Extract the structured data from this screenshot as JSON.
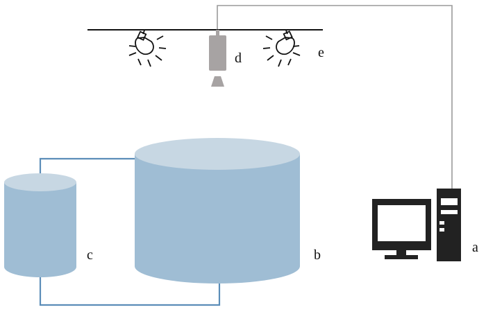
{
  "labels": {
    "a": "a",
    "b": "b",
    "c": "c",
    "d": "d",
    "e": "e"
  },
  "components": [
    {
      "id": "a",
      "icon": "computer-icon"
    },
    {
      "id": "b",
      "icon": "large-tank-icon"
    },
    {
      "id": "c",
      "icon": "small-tank-icon"
    },
    {
      "id": "d",
      "icon": "camera-icon"
    },
    {
      "id": "e",
      "icon": "light-bulb-icon"
    }
  ],
  "colors": {
    "tank_body": "#9fbdd4",
    "tank_top": "#c7d7e3",
    "pipe": "#5b8db8",
    "cable": "#9a9a9a",
    "camera": "#a7a3a3",
    "computer": "#222222",
    "line": "#111111"
  }
}
